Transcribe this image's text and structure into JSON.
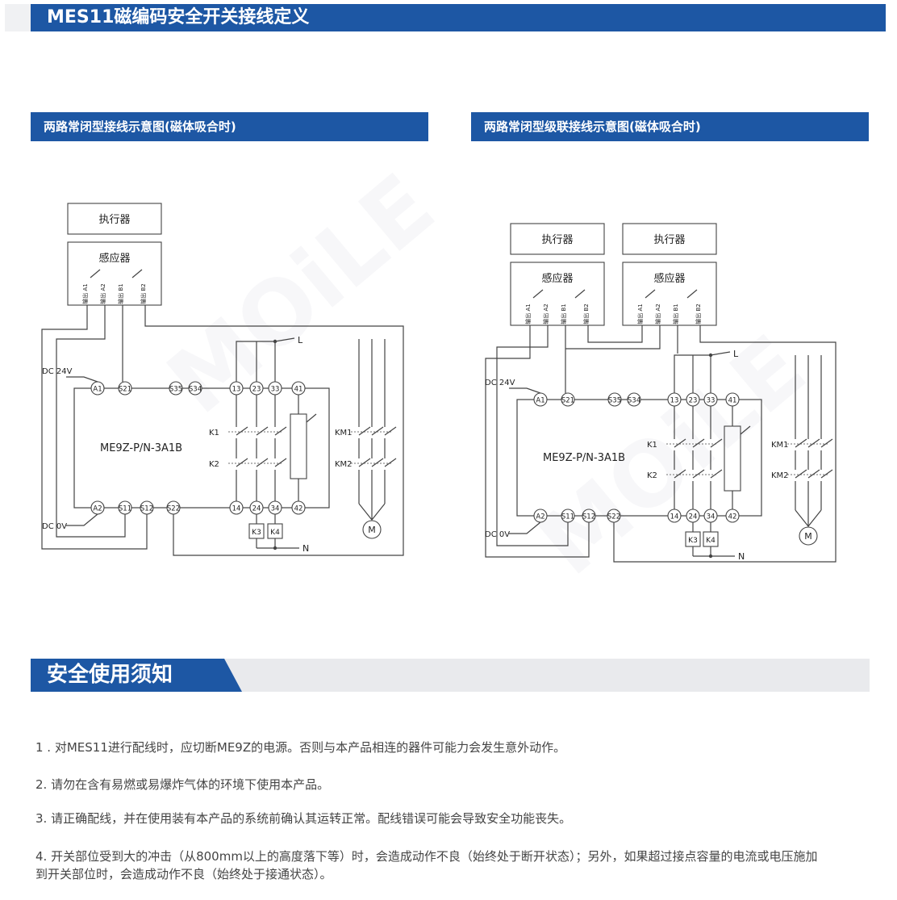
{
  "header": {
    "title": "MES11磁编码安全开关接线定义"
  },
  "diagram_left": {
    "title": "两路常闭型接线示意图(磁体吸合时)",
    "actuator_label": "执行器",
    "sensor_label": "感应器",
    "module_label": "ME9Z-P/N-3A1B"
  },
  "diagram_right": {
    "title": "两路常闭型级联接线示意图(磁体吸合时)",
    "actuator_label": "执行器",
    "sensor_label": "感应器",
    "module_label": "ME9Z-P/N-3A1B"
  },
  "diagram_common": {
    "top_terminals": [
      "A1",
      "S21",
      "S35",
      "S34",
      "13",
      "23",
      "33",
      "41"
    ],
    "bottom_terminals": [
      "A2",
      "S11",
      "S12",
      "S22",
      "14",
      "24",
      "34",
      "42"
    ],
    "dc24": "DC 24V",
    "dc0": "DC 0V",
    "L": "L",
    "N": "N",
    "K1": "K1",
    "K2": "K2",
    "K3": "K3",
    "K4": "K4",
    "KM1": "KM1",
    "KM2": "KM2",
    "M": "M",
    "pin_labels": [
      "输出 A1",
      "输出 A2",
      "输出 B1",
      "输出 B2"
    ]
  },
  "safety": {
    "title": "安全使用须知",
    "notes": [
      "1 . 对MES11进行配线时，应切断ME9Z的电源。否则与本产品相连的器件可能力会发生意外动作。",
      "2. 请勿在含有易燃或易爆炸气体的环境下使用本产品。",
      "3. 请正确配线，并在使用装有本产品的系统前确认其运转正常。配线错误可能会导致安全功能丧失。",
      "4. 开关部位受到大的冲击（从800mm以上的高度落下等）时，会造成动作不良（始终处于断开状态）；另外，如果超过接点容量的电流或电压施加到开关部位时，会造成动作不良（始终处于接通状态）。"
    ]
  },
  "watermark": "MOiLE"
}
